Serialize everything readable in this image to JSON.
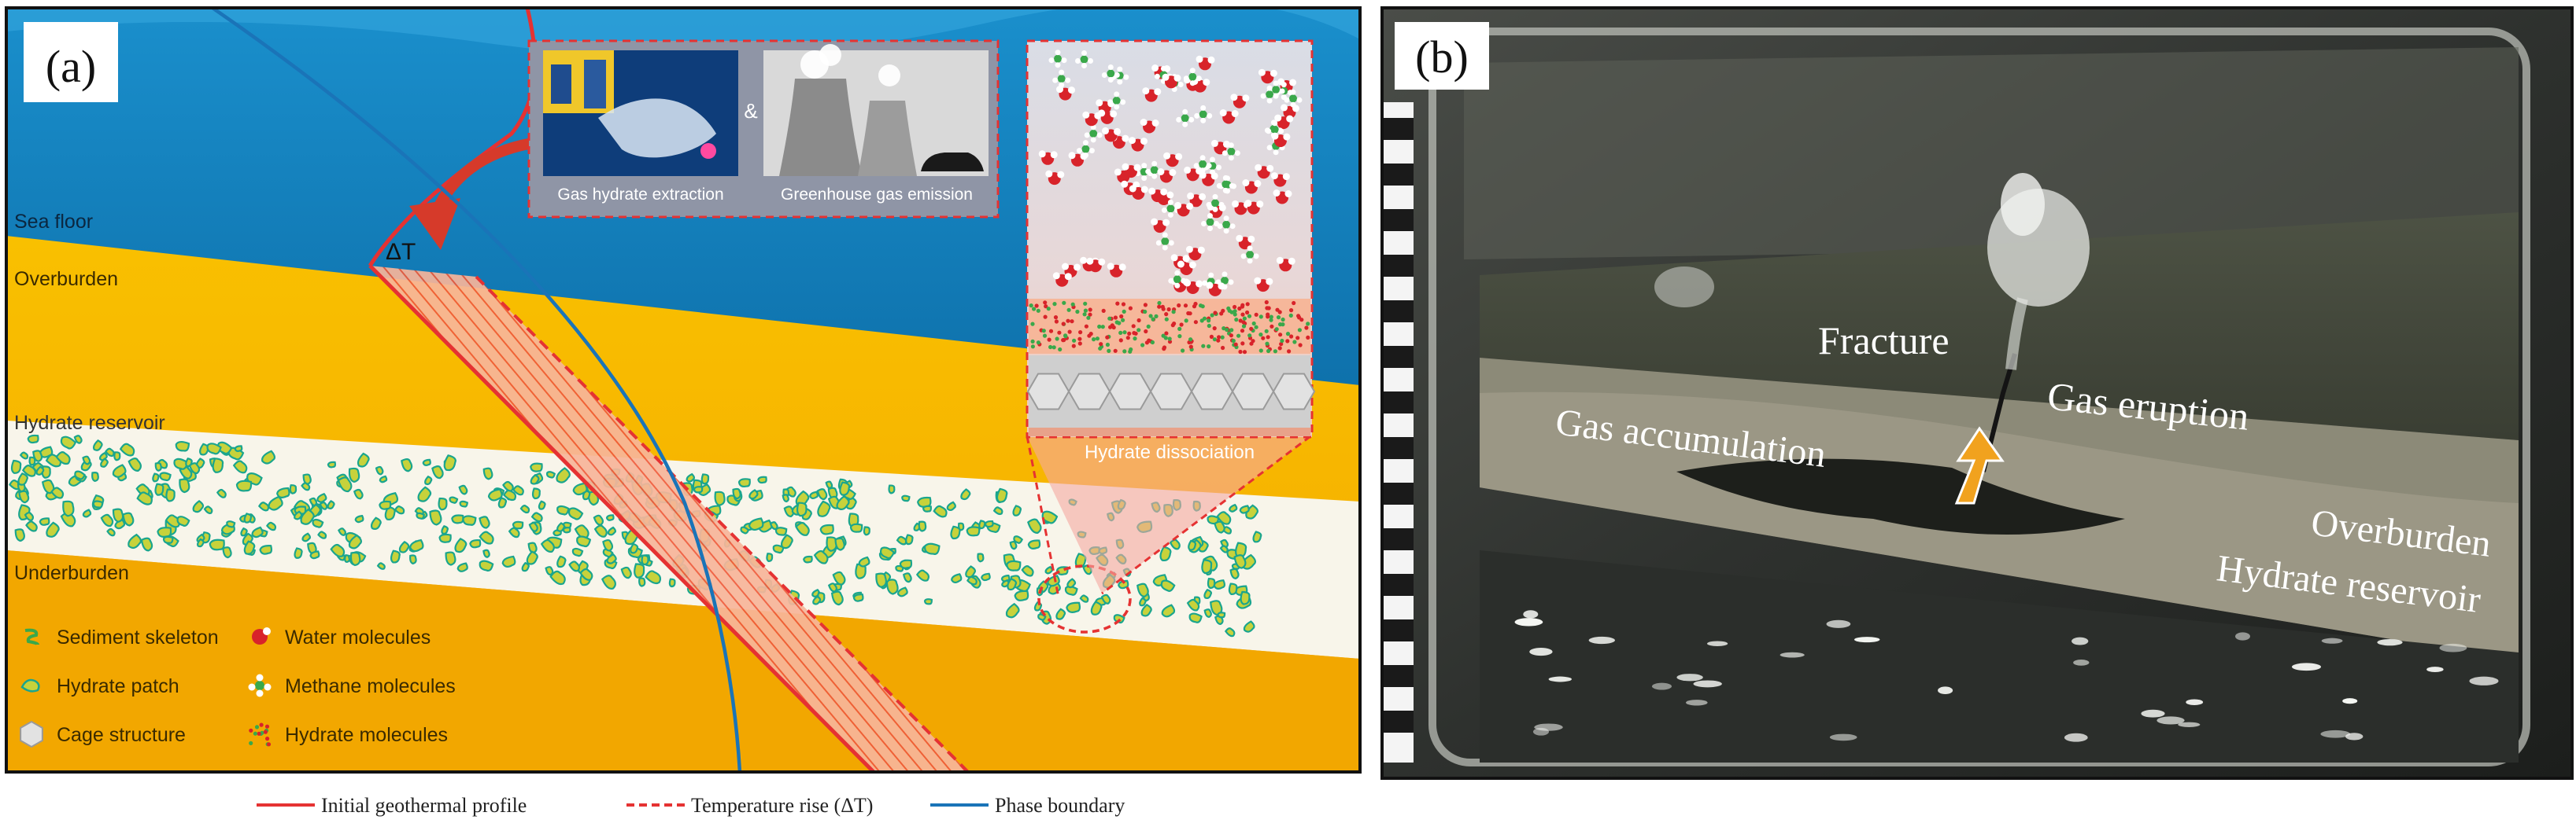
{
  "panel_a": {
    "label": "(a)",
    "layers": {
      "sea_floor": "Sea floor",
      "overburden": "Overburden",
      "hydrate_reservoir": "Hydrate reservoir",
      "underburden": "Underburden"
    },
    "delta_t": "ΔT",
    "inset": {
      "extraction": "Gas hydrate extraction",
      "ampersand": "&",
      "emission": "Greenhouse gas emission"
    },
    "dissociation": "Hydrate dissociation",
    "legend_items": [
      {
        "icon": "sediment-skeleton-icon",
        "label": "Sediment skeleton"
      },
      {
        "icon": "water-molecule-icon",
        "label": "Water molecules"
      },
      {
        "icon": "hydrate-patch-icon",
        "label": "Hydrate patch"
      },
      {
        "icon": "methane-molecule-icon",
        "label": "Methane molecules"
      },
      {
        "icon": "cage-structure-icon",
        "label": "Cage structure"
      },
      {
        "icon": "hydrate-molecules-icon",
        "label": "Hydrate molecules"
      }
    ]
  },
  "bottom_legend": {
    "initial_profile": "Initial geothermal profile",
    "temperature_rise": "Temperature rise (ΔT)",
    "phase_boundary": "Phase boundary"
  },
  "panel_b": {
    "label": "(b)",
    "labels": {
      "fracture": "Fracture",
      "gas_eruption": "Gas eruption",
      "gas_accumulation": "Gas accumulation",
      "overburden": "Overburden",
      "hydrate_reservoir": "Hydrate reservoir"
    }
  },
  "colors": {
    "sea": "#0f72ad",
    "sediment": "#f6b400",
    "reservoir": "#f8f5ea",
    "geotherm": "#e53232",
    "phase_boundary": "#1a74b8",
    "hydrate_patch": "#b8c832"
  }
}
